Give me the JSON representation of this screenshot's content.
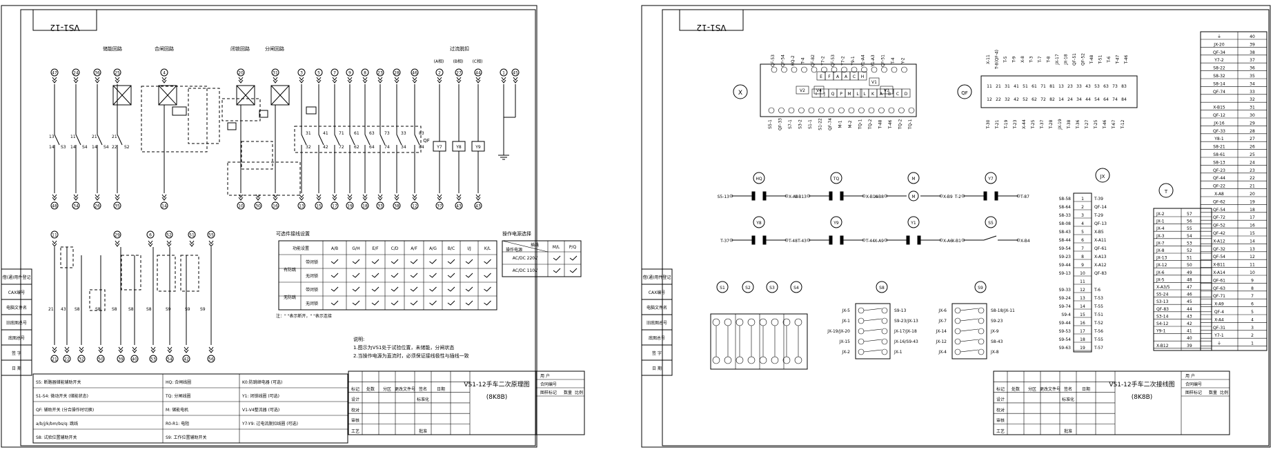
{
  "sheets": [
    {
      "title_tab": "VS1-12",
      "drawing_title": "VS1-12手车二次原理图",
      "drawing_code": "(8K8B)",
      "circuit_labels": [
        "储能回路",
        "合闸回路",
        "闭锁回路",
        "分闸回路",
        "过流脱扣"
      ],
      "phase_labels": [
        "(A相)",
        "(B相)",
        "(C相)"
      ],
      "top_terminals": [
        "47",
        "24",
        "36",
        "25",
        "4",
        "20",
        "31",
        "3",
        "5",
        "7",
        "9",
        "8",
        "23",
        "28",
        "46",
        "2",
        "27",
        "44",
        "1",
        "45"
      ],
      "bottom_terminals": [
        "48",
        "34",
        "26",
        "35",
        "14",
        "10",
        "30",
        "16",
        "13",
        "15",
        "17",
        "19",
        "18",
        "33",
        "38",
        "12",
        "37",
        "43",
        "43"
      ],
      "lower_top_terminals": [
        "11",
        "29",
        "6",
        "52",
        "51",
        "55"
      ],
      "lower_bottom_terminals": [
        "21",
        "22",
        "32",
        "50",
        "39",
        "40",
        "53",
        "54",
        "42",
        "56"
      ],
      "qf_label": "QF",
      "left_strip": [
        "借(通)用件登记",
        "CAX编号",
        "电脑文件名",
        "旧底图总号",
        "底图总号",
        "签 字",
        "日 期"
      ],
      "option_table": {
        "caption": "可选件接线设置",
        "header": [
          "功能设置",
          "A/B",
          "G/H",
          "E/F",
          "C/D",
          "A/F",
          "A/G",
          "B/C",
          "I/J",
          "K/L"
        ],
        "groups": [
          {
            "name": "有防跳",
            "rows": [
              "带闭锁",
              "无闭锁"
            ]
          },
          {
            "name": "无防跳",
            "rows": [
              "带闭锁",
              "无闭锁"
            ]
          }
        ],
        "note": "注：\" \"表示断开，\" \"表示连接"
      },
      "power_table": {
        "caption": "操作电源选择",
        "header_top": "插线",
        "header_bottom": "操作电源",
        "cols": [
          "M/L",
          "P/Q"
        ],
        "rows": [
          "AC/DC 220V",
          "AC/DC 110V"
        ]
      },
      "notes": [
        "说明:",
        "1.图示为VS1处于试验位置，未储能，分闸状态",
        "2.当操作电源为直流时，必须保证接线极性与插线一致"
      ],
      "legend": [
        [
          "S5: 断路器储能辅助开关",
          "HQ: 合闸线圈",
          "K0:防跳继电器 (可选)"
        ],
        [
          "S1-S4: 微动开关 (储能状态)",
          "TQ: 分闸线圈",
          "Y1: 闭锁线圈 (可选)"
        ],
        [
          "QF: 辅助开关 (分合操作时切换)",
          "M: 储能电机",
          "V1-V4整流器 (可选)"
        ],
        [
          "a/b/j/k/bm/bs/q: 跳线",
          "R0-R1: 电阻",
          "Y7-Y9: 过电流脱扣线圈 (可选)"
        ],
        [
          "S8: 试验位置辅助开关",
          "S9: 工作位置辅助开关",
          ""
        ]
      ]
    },
    {
      "title_tab": "VS1-12",
      "drawing_title": "VS1-12手车二次接线图",
      "drawing_code": "(8K8B)",
      "x_label": "X",
      "qf_label": "QF",
      "jx_label": "JX",
      "t_label": "T",
      "x_top_labels": [
        "QF-53",
        "QF-54",
        "HQ-2",
        "T-4",
        "QF-82",
        "Y7-2",
        "QF-53",
        "Y7-2",
        "Y9-1",
        "Y1-A4",
        "Y1-A3",
        "QF-51",
        "T-4",
        "Y-2"
      ],
      "x_bottom_labels": [
        "S5-1",
        "QF-33",
        "S7-1",
        "S3-2",
        "S1-1",
        "S1-22",
        "QF-74",
        "M-1",
        "M-2",
        "TQ-1",
        "TQ-2",
        "T-48",
        "T-46",
        "TQ-2",
        "TQ-1"
      ],
      "x_relay_letters": [
        "E",
        "F",
        "A",
        "A",
        "C",
        "H",
        "I",
        "J",
        "Q",
        "P",
        "M",
        "L",
        "L",
        "K",
        "A",
        "B",
        "C",
        "D"
      ],
      "qf_top_labels": [
        "X-11",
        "T-8(QF-4)",
        "T-5",
        "T-9",
        "X-8",
        "T-3",
        "T-7",
        "T-8",
        "JX-17",
        "JX-18",
        "QF-51",
        "QF-52",
        "T-48",
        "T-51",
        "T-6",
        "T-47",
        "T-46"
      ],
      "qf_bottom_labels": [
        "T-30",
        "T-21",
        "T-19",
        "T-23",
        "X-44",
        "T-25",
        "T-37",
        "T-28",
        "JX-19",
        "T-38",
        "T-36",
        "T-27",
        "T-25",
        "T-46",
        "T-67",
        "T-12"
      ],
      "components_row1": [
        {
          "id": "HQ",
          "left": "S5-13",
          "right": "X-A3"
        },
        {
          "id": "TQ",
          "left": "X-B13",
          "right": "X-B14"
        },
        {
          "id": "M",
          "left": "X-B8",
          "right": "X-B9"
        },
        {
          "id": "Y7",
          "left": "T-2",
          "right": "T-87"
        }
      ],
      "components_row2": [
        {
          "id": "Y8",
          "left": "T-37",
          "right": "T-48"
        },
        {
          "id": "Y9",
          "left": "T-43",
          "right": "T-44"
        },
        {
          "id": "Y1",
          "left": "X-A9",
          "right": "X-A6"
        },
        {
          "id": "S5",
          "left": "X-B1",
          "right": "X-B4"
        }
      ],
      "switches": [
        "S1",
        "S2",
        "S3",
        "S4",
        "S8",
        "S9"
      ],
      "s8_left": [
        "JX-5",
        "JX-1",
        "JX-19/JX-20",
        "JX-15",
        "JX-2"
      ],
      "s8_right": [
        "S9-13",
        "S9-23/JX-13",
        "JX-17/JX-18",
        "JX-16/S9-43",
        "JX-1"
      ],
      "s9_left": [
        "JX-6",
        "JX-7",
        "JX-14",
        "JX-12",
        "JX-4"
      ],
      "s9_right": [
        "S8-18/JX-11",
        "S9-23",
        "JX-9",
        "S8-43",
        "JX-8"
      ],
      "jx_left": [
        "S8-58",
        "S8-64",
        "S8-33",
        "S8-08",
        "S8-43",
        "S8-44",
        "S9-54",
        "S9-23",
        "S9-44",
        "S9-13",
        "",
        "S9-33",
        "S9-24",
        "S9-74",
        "S9-4",
        "S9-44",
        "S9-53",
        "S9-54",
        "S9-63"
      ],
      "jx_mid": [
        "1",
        "2",
        "3",
        "4",
        "5",
        "6",
        "7",
        "8",
        "9",
        "10",
        "11",
        "12",
        "13",
        "14",
        "15",
        "16",
        "17",
        "18",
        "19"
      ],
      "jx_right": [
        "T-39",
        "QF-14",
        "T-29",
        "QF-13",
        "X-B5",
        "X-A11",
        "QF-61",
        "X-A13",
        "X-A12",
        "QF-83",
        "",
        "T-6",
        "T-53",
        "T-55",
        "T-51",
        "T-52",
        "T-56",
        "T-55",
        "T-57"
      ],
      "t_left": [
        "JX-2",
        "JX-1",
        "JX-4",
        "JX-3",
        "JX-7",
        "JX-8",
        "JX-13",
        "JX-12",
        "JX-6",
        "JX-5",
        "X-A3/5",
        "S5-24",
        "S3-13",
        "QF-83",
        "S3-14",
        "S4-12",
        "Y9-1",
        "",
        "X-B12"
      ],
      "t_mid": [
        "57",
        "56",
        "55",
        "54",
        "53",
        "52",
        "51",
        "50",
        "49",
        "48",
        "47",
        "46",
        "45",
        "44",
        "43",
        "42",
        "41",
        "40",
        "39"
      ],
      "right_col_labels": [
        "⏚",
        "JX-20",
        "QF-34",
        "Y7-2",
        "S8-22",
        "S8-32",
        "S8-14",
        "QF-74",
        "",
        "X-B15",
        "QF-12",
        "JX-16",
        "QF-33",
        "Y8-1",
        "S8-21",
        "S8-61",
        "S8-13",
        "QF-23",
        "QF-44",
        "QF-22",
        "X-A8",
        "QF-62",
        "QF-54",
        "QF-72",
        "QF-52",
        "QF-42",
        "X-A12",
        "QF-32",
        "QF-54",
        "X-B11",
        "X-A14",
        "QF-61",
        "QF-63",
        "QF-71",
        "X-A9",
        "QF-4",
        "X-A4",
        "QF-31",
        "Y7-1",
        "⏚"
      ],
      "right_col_nums": [
        "40",
        "39",
        "38",
        "37",
        "36",
        "35",
        "34",
        "33",
        "32",
        "31",
        "30",
        "29",
        "28",
        "27",
        "26",
        "25",
        "24",
        "23",
        "22",
        "21",
        "20",
        "19",
        "18",
        "17",
        "16",
        "15",
        "14",
        "13",
        "12",
        "11",
        "10",
        "9",
        "8",
        "7",
        "6",
        "5",
        "4",
        "3",
        "2",
        "1"
      ],
      "left_strip": [
        "借(通)用件登记",
        "CAX编号",
        "电脑文件名",
        "旧底图总号",
        "底图总号",
        "签 字",
        "日 期"
      ]
    }
  ],
  "title_block": {
    "headers": [
      "标记",
      "处数",
      "分区",
      "更改文件号",
      "签名",
      "日期"
    ],
    "roles": [
      "设计",
      "校对",
      "审核",
      "工艺"
    ],
    "std_label": "标准化",
    "approve_label": "批准",
    "user_label": "用 户",
    "contract_label": "合同编号",
    "stage_labels": [
      "图样标记",
      "数量",
      "比例"
    ]
  }
}
